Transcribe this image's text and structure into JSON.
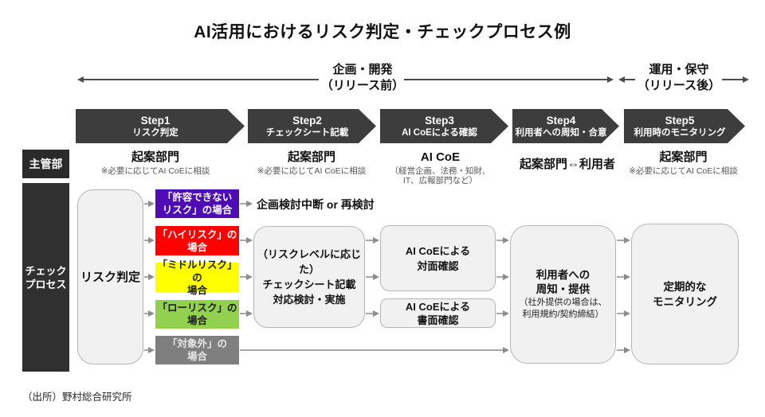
{
  "title": "AI活用におけるリスク判定・チェックプロセス例",
  "phases": [
    {
      "label": "企画・開発",
      "sub": "（リリース前）"
    },
    {
      "label": "運用・保守",
      "sub": "（リリース後）"
    }
  ],
  "steps": [
    {
      "name": "Step1",
      "label": "リスク判定",
      "owner": "起案部門",
      "owner_note": "※必要に応じてAI CoEに相談"
    },
    {
      "name": "Step2",
      "label": "チェックシート記載",
      "owner": "起案部門",
      "owner_note": "※必要に応じてAI CoEに相談"
    },
    {
      "name": "Step3",
      "label": "AI CoEによる確認",
      "owner": "AI CoE",
      "owner_note": "（経営企画、法務・知財、\nIT、広報部門など）"
    },
    {
      "name": "Step4",
      "label": "利用者への周知・合意",
      "owner": "起案部門⇔利用者",
      "owner_note": ""
    },
    {
      "name": "Step5",
      "label": "利用時のモニタリング",
      "owner": "起案部門",
      "owner_note": "※必要に応じてAI CoEに相談"
    }
  ],
  "row_labels": {
    "owner": "主管部",
    "process": "チェック\nプロセス"
  },
  "process": {
    "risk_judgement": "リスク判定",
    "risk_levels": [
      {
        "label": "「許容できない\nリスク」の場合",
        "color": "#4d0cb4",
        "text_color": "#ffffff"
      },
      {
        "label": "「ハイリスク」の\n場合",
        "color": "#fe0000",
        "text_color": "#ffffff"
      },
      {
        "label": "「ミドルリスク」の\n場合",
        "color": "#ffff00",
        "text_color": "#1a1a1a"
      },
      {
        "label": "「ローリスク」の\n場合",
        "color": "#92d050",
        "text_color": "#1a1a1a"
      },
      {
        "label": "「対象外」の\n場合",
        "color": "#7f7f7f",
        "text_color": "#e8e8e8"
      }
    ],
    "interrupt": "企画検討中断 or 再検討",
    "checksheet": "（リスクレベルに応じた）\nチェックシート記載\n対応検討・実施",
    "face_check": "AI CoEによる\n対面確認",
    "paper_check": "AI CoEによる\n書面確認",
    "notify": "利用者への\n周知・提供",
    "notify_note": "（社外提供の場合は、\n利用規約/契約締結）",
    "monitoring": "定期的な\nモニタリング"
  },
  "source": "（出所）野村総合研究所"
}
